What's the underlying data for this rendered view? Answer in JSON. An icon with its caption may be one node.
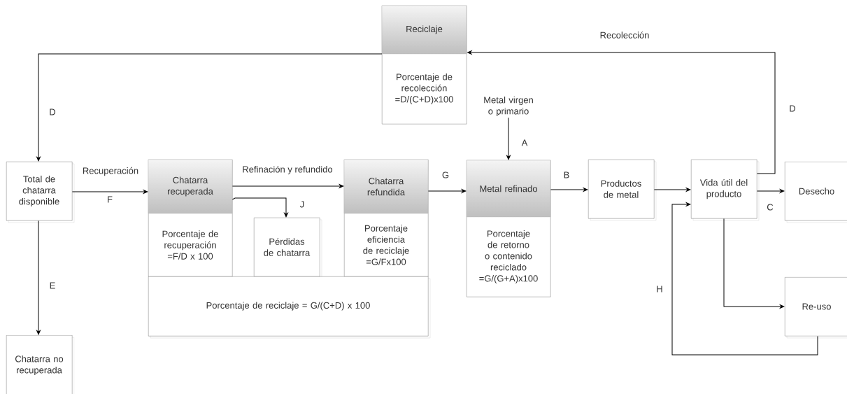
{
  "diagram": {
    "nodes": [
      {
        "text": [
          "Reciclaje",
          "Porcentaje de recolección =D/(C+D)x100"
        ]
      },
      {
        "text": [
          "Total de chatarra disponible"
        ]
      },
      {
        "text": [
          "Chatarra recuperada",
          "Porcentaje de recuperación =F/D x 100"
        ]
      },
      {
        "text": [
          "Pérdidas de chatarra"
        ]
      },
      {
        "text": [
          "Chatarra refundida",
          "Porcentaje eficiencia de reciclaje =G/Fx100"
        ]
      },
      {
        "text": [
          "Metal refinado",
          "Porcentaje de retorno o contenido reciclado =G/(G+A)x100"
        ]
      },
      {
        "text": [
          "Porcentaje de reciclaje = G/(C+D) x 100"
        ]
      },
      {
        "text": [
          "Productos de metal"
        ]
      },
      {
        "text": [
          "Vida útil del producto"
        ]
      },
      {
        "text": [
          "Desecho"
        ]
      },
      {
        "text": [
          "Re-uso"
        ]
      },
      {
        "text": [
          "Chatarra no recuperada"
        ]
      },
      {
        "text": [
          "Metal virgen o primario"
        ]
      }
    ],
    "edges": [
      {
        "from": 8,
        "to": 0,
        "arrow": "to",
        "label": "Recolección"
      },
      {
        "from": 0,
        "to": 1,
        "arrow": "to",
        "label": "D"
      },
      {
        "from": 1,
        "to": 2,
        "arrow": "to",
        "label": "Recuperación"
      },
      {
        "from": 1,
        "to": 11,
        "arrow": "to",
        "label": "E"
      },
      {
        "from": 2,
        "to": 4,
        "arrow": "to",
        "label": "Refinación y refundido"
      },
      {
        "from": 2,
        "to": 3,
        "arrow": "to",
        "label": "J"
      },
      {
        "from": 4,
        "to": 5,
        "arrow": "to",
        "label": "G"
      },
      {
        "from": 12,
        "to": 5,
        "arrow": "to",
        "label": "A"
      },
      {
        "from": 5,
        "to": 7,
        "arrow": "to",
        "label": "B"
      },
      {
        "from": 7,
        "to": 8,
        "arrow": "to"
      },
      {
        "from": 8,
        "to": 9,
        "arrow": "to",
        "label": "C"
      },
      {
        "from": 8,
        "to": 10,
        "arrow": "to"
      },
      {
        "from": 10,
        "to": 8,
        "arrow": "to",
        "label": "H"
      }
    ],
    "labels": [
      "D",
      "F"
    ]
  }
}
